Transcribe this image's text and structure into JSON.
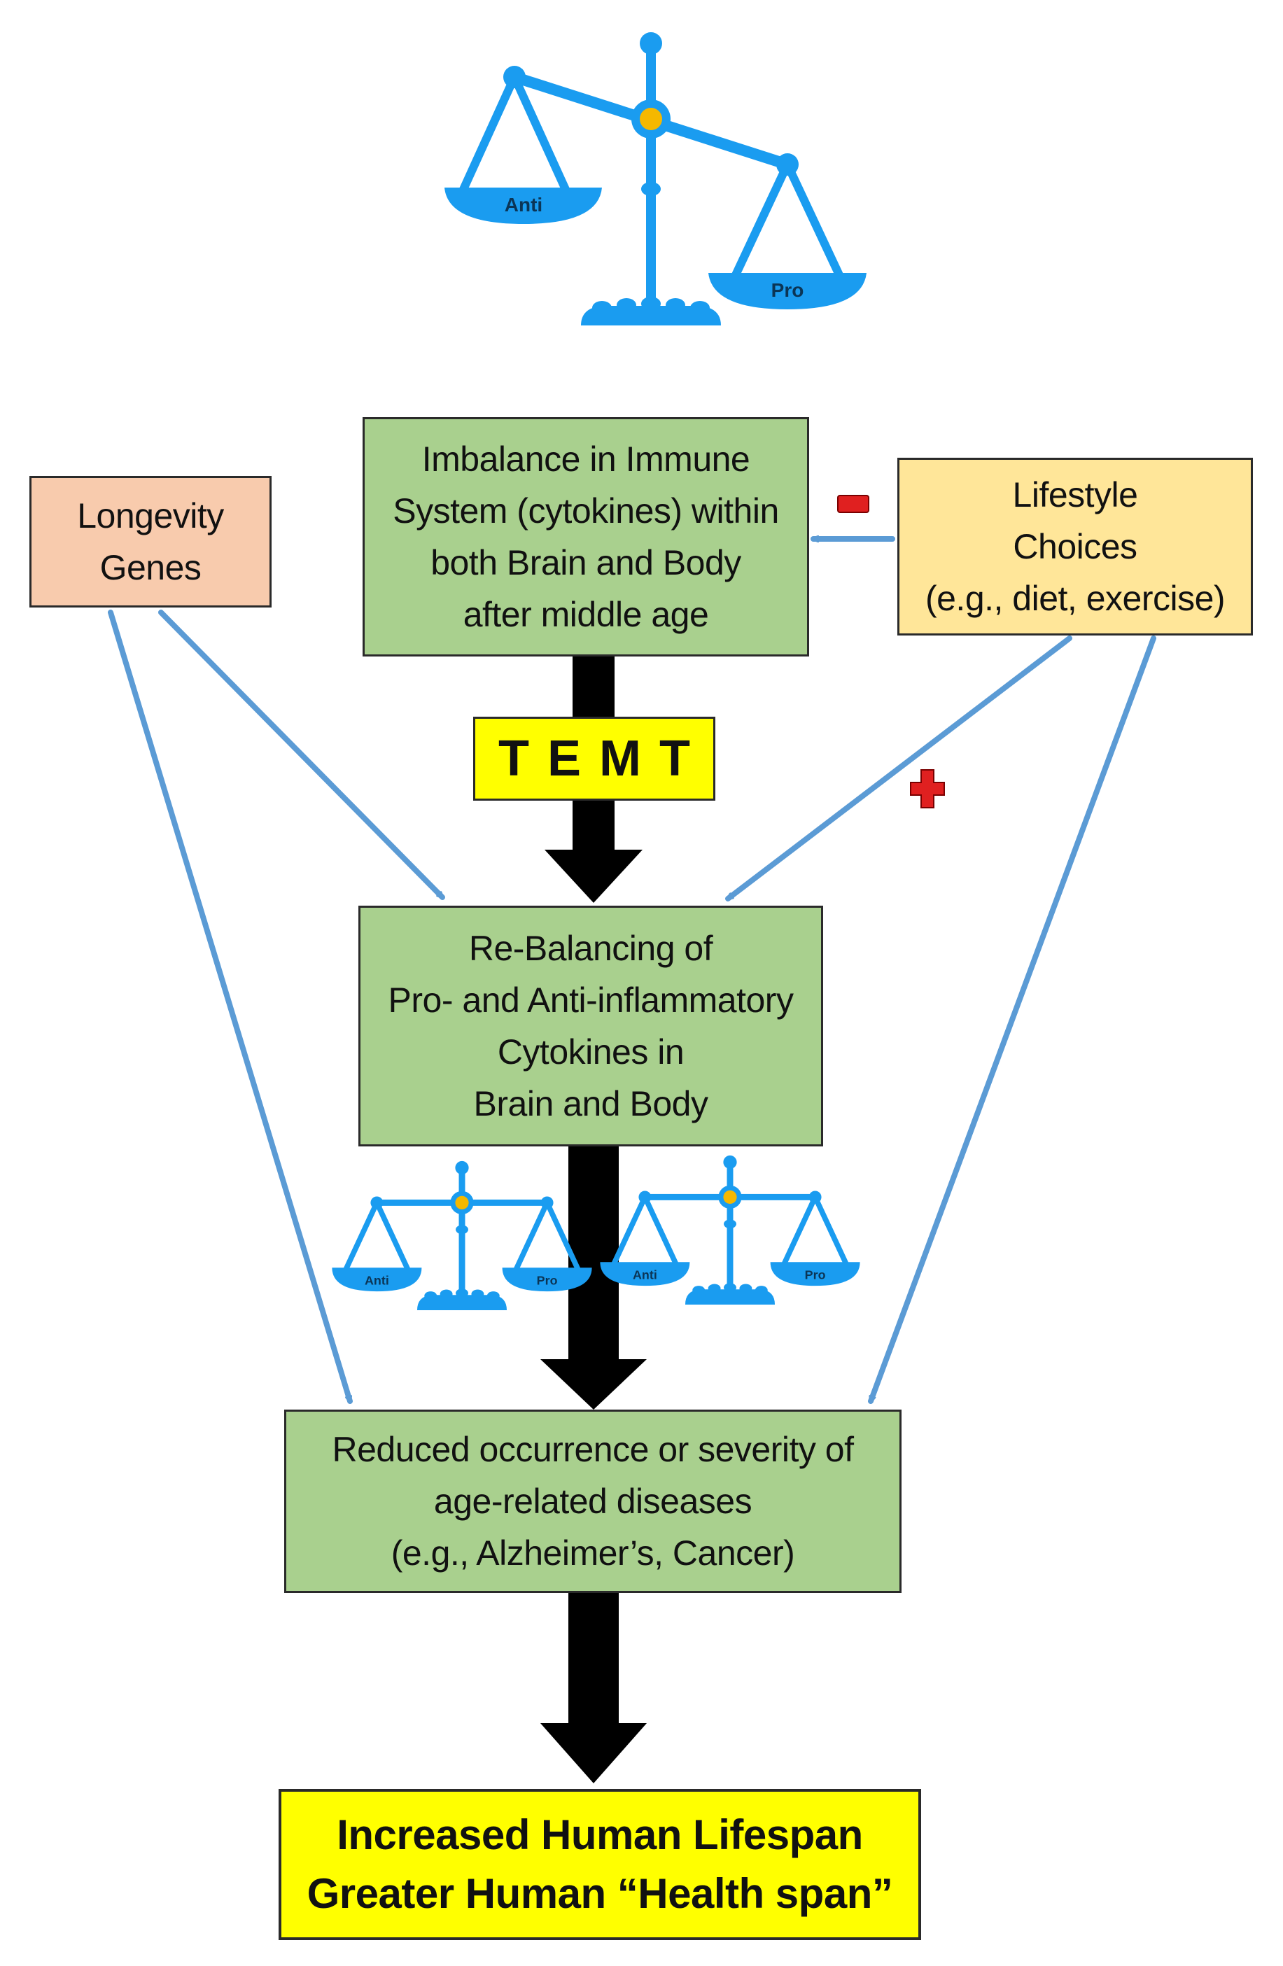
{
  "colors": {
    "process_box": "#a9d08e",
    "genes_box": "#f8cbad",
    "lifestyle_box": "#ffe699",
    "highlight_box": "#ffff00",
    "scale": "#1a9cf0",
    "scale_pivot": "#f5b800",
    "influence_arrow": "#5b9bd5",
    "flow_arrow": "#000000",
    "minus_sign": "#e02020",
    "plus_sign": "#e02020"
  },
  "top_scale": {
    "left_pan_label": "Anti",
    "right_pan_label": "Pro"
  },
  "small_scales": [
    {
      "left_pan_label": "Anti",
      "right_pan_label": "Pro"
    },
    {
      "left_pan_label": "Anti",
      "right_pan_label": "Pro"
    }
  ],
  "nodes": {
    "imbalance": {
      "lines": [
        "Imbalance in Immune",
        "System (cytokines) within",
        "both Brain and Body",
        "after middle age"
      ]
    },
    "longevity": {
      "lines": [
        "Longevity",
        "Genes"
      ]
    },
    "lifestyle": {
      "lines": [
        "Lifestyle",
        "Choices",
        "(e.g., diet, exercise)"
      ]
    },
    "temt": {
      "label": "TEMT"
    },
    "rebalance": {
      "lines": [
        "Re-Balancing of",
        "Pro- and Anti-inflammatory",
        "Cytokines in",
        "Brain and Body"
      ]
    },
    "reduced": {
      "lines": [
        "Reduced occurrence or severity of",
        "age-related diseases",
        "(e.g., Alzheimer’s, Cancer)"
      ]
    },
    "lifespan": {
      "lines": [
        "Increased Human Lifespan",
        "Greater Human “Health span”"
      ]
    }
  },
  "edge_signs": {
    "lifestyle_to_imbalance": "minus",
    "lifestyle_to_rebalance": "plus"
  }
}
